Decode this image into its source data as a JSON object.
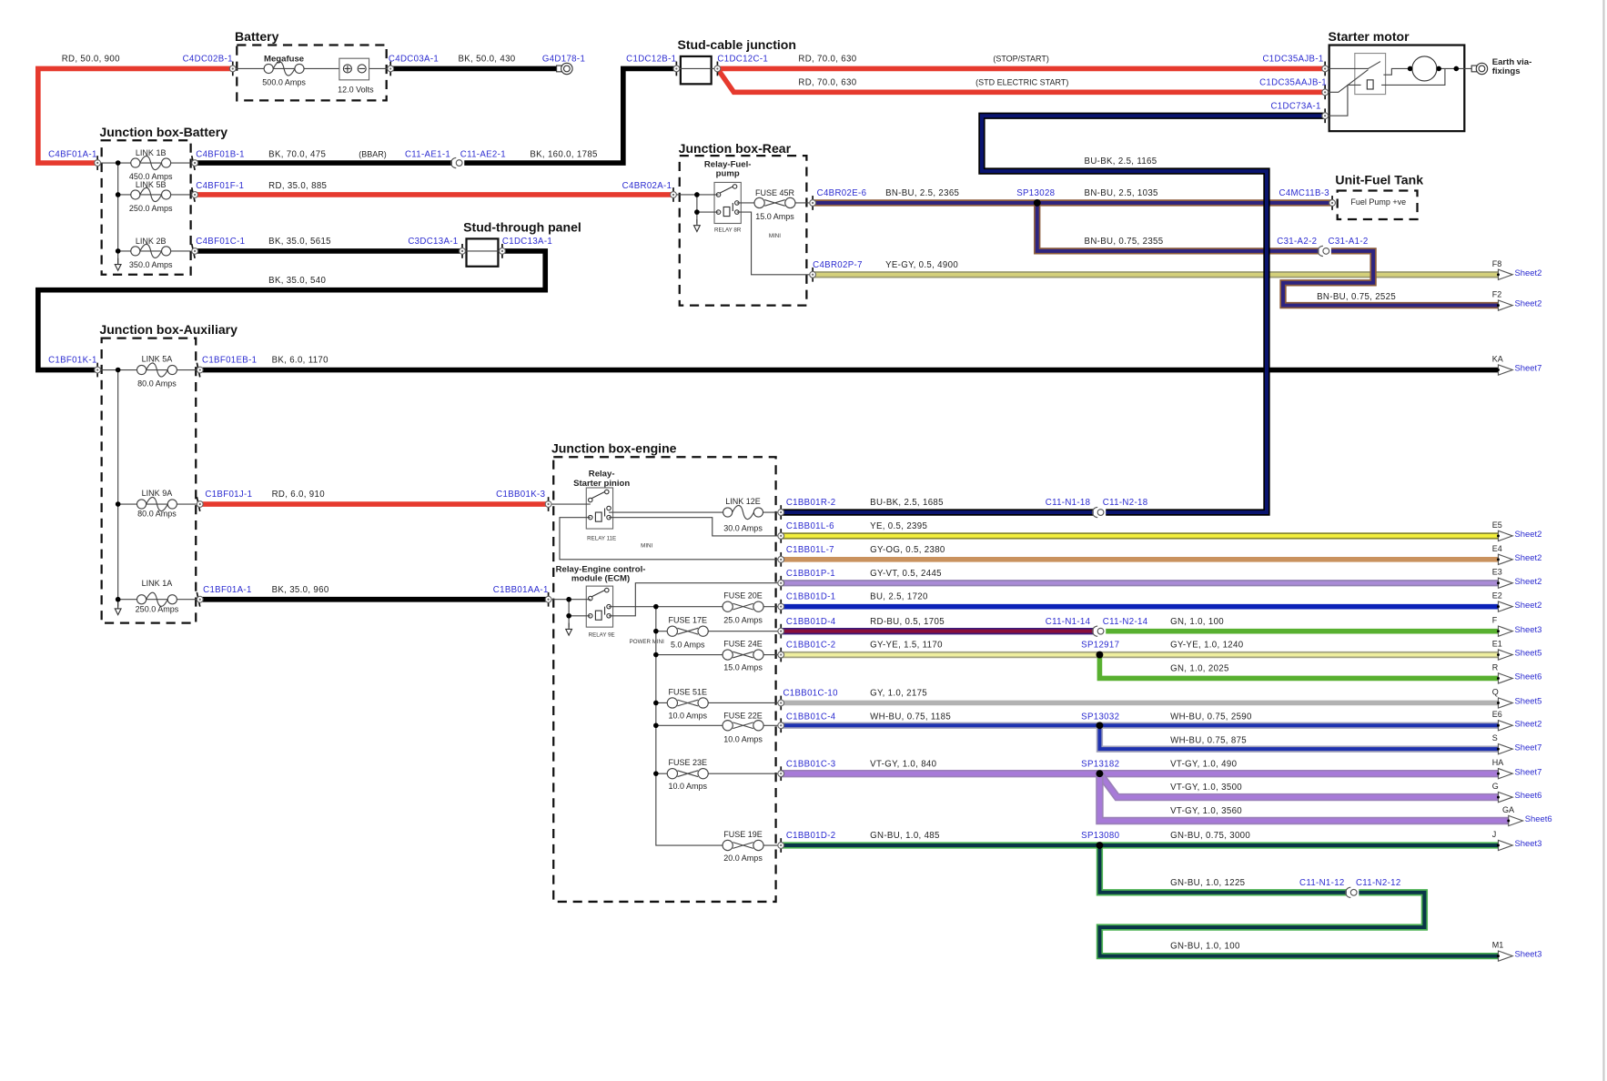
{
  "components": {
    "battery": {
      "title": "Battery",
      "megafuse": "Megafuse",
      "megafuse_rating": "500.0 Amps",
      "voltage": "12.0 Volts"
    },
    "jb_battery": {
      "title": "Junction box-Battery",
      "links": [
        {
          "name": "LINK 1B",
          "rating": "450.0 Amps"
        },
        {
          "name": "LINK 5B",
          "rating": "250.0 Amps"
        },
        {
          "name": "LINK 2B",
          "rating": "350.0 Amps"
        }
      ]
    },
    "stud_cable": {
      "title": "Stud-cable junction"
    },
    "starter": {
      "title": "Starter motor",
      "earth_1": "Earth via-",
      "earth_2": "fixings"
    },
    "jb_rear": {
      "title": "Junction box-Rear",
      "relay_1": "Relay-Fuel-",
      "relay_2": "pump",
      "relay_id": "RELAY 8R",
      "fuse": "FUSE 45R",
      "fuse_rating": "15.0 Amps",
      "mini": "MINI"
    },
    "fuel_tank": {
      "title": "Unit-Fuel Tank",
      "pin": "Fuel Pump +ve"
    },
    "stud_through": {
      "title": "Stud-through panel"
    },
    "jb_aux": {
      "title": "Junction box-Auxiliary",
      "links": [
        {
          "name": "LINK 5A",
          "rating": "80.0 Amps"
        },
        {
          "name": "LINK 9A",
          "rating": "80.0 Amps"
        },
        {
          "name": "LINK 1A",
          "rating": "250.0 Amps"
        }
      ]
    },
    "jb_engine": {
      "title": "Junction box-engine",
      "relay_starter_1": "Relay-",
      "relay_starter_2": "Starter pinion",
      "relay_starter_id": "RELAY 11E",
      "mini": "MINI",
      "relay_ecm_1": "Relay-Engine control-",
      "relay_ecm_2": "module (ECM)",
      "relay_ecm_id": "RELAY 9E",
      "power_mini": "POWER MINI",
      "fuses": [
        {
          "name": "LINK 12E",
          "rating": "30.0 Amps"
        },
        {
          "name": "FUSE 20E",
          "rating": "25.0 Amps"
        },
        {
          "name": "FUSE 17E",
          "rating": "5.0 Amps"
        },
        {
          "name": "FUSE 24E",
          "rating": "15.0 Amps"
        },
        {
          "name": "FUSE 51E",
          "rating": "10.0 Amps"
        },
        {
          "name": "FUSE 22E",
          "rating": "10.0 Amps"
        },
        {
          "name": "FUSE 23E",
          "rating": "10.0 Amps"
        },
        {
          "name": "FUSE 19E",
          "rating": "20.0 Amps"
        }
      ]
    }
  },
  "connectors": [
    "C4DC02B-1",
    "C4DC03A-1",
    "G4D178-1",
    "C4BF01A-1",
    "C4BF01B-1",
    "C11-AE1-1",
    "C11-AE2-1",
    "C4BF01F-1",
    "C4BF01C-1",
    "C3DC13A-1",
    "C1DC13A-1",
    "C1DC12B-1",
    "C1DC12C-1",
    "C1DC35AJB-1",
    "C1DC35AAJB-1",
    "C1DC73A-1",
    "C4BR02A-1",
    "C4BR02E-6",
    "SP13028",
    "C4MC11B-3",
    "C31-A2-2",
    "C31-A1-2",
    "C4BR02P-7",
    "C1BF01K-1",
    "C1BF01EB-1",
    "C1BF01J-1",
    "C1BB01K-3",
    "C1BF01A-1",
    "C1BB01AA-1",
    "C1BB01R-2",
    "C11-N1-18",
    "C11-N2-18",
    "C1BB01L-6",
    "C1BB01L-7",
    "C1BB01P-1",
    "C1BB01D-1",
    "C1BB01D-4",
    "C11-N1-14",
    "C11-N2-14",
    "C1BB01C-2",
    "SP12917",
    "C1BB01C-10",
    "C1BB01C-4",
    "SP13032",
    "C1BB01C-3",
    "SP13182",
    "C1BB01D-2",
    "SP13080",
    "C11-N1-12",
    "C11-N2-12"
  ],
  "wire_labels": [
    "RD, 50.0, 900",
    "BK, 50.0, 430",
    "BK, 70.0, 475",
    "(BBAR)",
    "BK, 160.0, 1785",
    "RD, 35.0, 885",
    "BK, 35.0, 5615",
    "BK, 35.0, 540",
    "RD, 70.0, 630",
    "(STOP/START)",
    "RD, 70.0, 630",
    "(STD ELECTRIC START)",
    "BU-BK, 2.5, 1165",
    "BN-BU, 2.5, 2365",
    "BN-BU, 2.5, 1035",
    "BN-BU, 0.75, 2355",
    "YE-GY, 0.5, 4900",
    "BN-BU, 0.75, 2525",
    "BK, 6.0, 1170",
    "RD, 6.0, 910",
    "BK, 35.0, 960",
    "BU-BK, 2.5, 1685",
    "YE, 0.5, 2395",
    "GY-OG, 0.5, 2380",
    "GY-VT, 0.5, 2445",
    "BU, 2.5, 1720",
    "RD-BU, 0.5, 1705",
    "GN, 1.0, 100",
    "GY-YE, 1.5, 1170",
    "GY-YE, 1.0, 1240",
    "GN, 1.0, 2025",
    "GY, 1.0, 2175",
    "WH-BU, 0.75, 1185",
    "WH-BU, 0.75, 2590",
    "WH-BU, 0.75, 875",
    "VT-GY, 1.0, 840",
    "VT-GY, 1.0, 490",
    "VT-GY, 1.0, 3500",
    "VT-GY, 1.0, 3560",
    "GN-BU, 1.0, 485",
    "GN-BU, 0.75, 3000",
    "GN-BU, 1.0, 1225",
    "GN-BU, 1.0, 100"
  ],
  "sheet_refs": [
    {
      "pin": "F8",
      "sheet": "Sheet2"
    },
    {
      "pin": "F2",
      "sheet": "Sheet2"
    },
    {
      "pin": "KA",
      "sheet": "Sheet7"
    },
    {
      "pin": "E5",
      "sheet": "Sheet2"
    },
    {
      "pin": "E4",
      "sheet": "Sheet2"
    },
    {
      "pin": "E3",
      "sheet": "Sheet2"
    },
    {
      "pin": "E2",
      "sheet": "Sheet2"
    },
    {
      "pin": "F",
      "sheet": "Sheet3"
    },
    {
      "pin": "E1",
      "sheet": "Sheet5"
    },
    {
      "pin": "R",
      "sheet": "Sheet6"
    },
    {
      "pin": "Q",
      "sheet": "Sheet5"
    },
    {
      "pin": "E6",
      "sheet": "Sheet2"
    },
    {
      "pin": "S",
      "sheet": "Sheet7"
    },
    {
      "pin": "HA",
      "sheet": "Sheet7"
    },
    {
      "pin": "G",
      "sheet": "Sheet6"
    },
    {
      "pin": "GA",
      "sheet": "Sheet6"
    },
    {
      "pin": "J",
      "sheet": "Sheet3"
    },
    {
      "pin": "M1",
      "sheet": "Sheet3"
    }
  ],
  "wire_colors": {
    "RD": {
      "main": "#e63a2e"
    },
    "BK": {
      "main": "#000000"
    },
    "BU-BK": {
      "main": "#0a1470",
      "edge": "#000000"
    },
    "BN-BU": {
      "main": "#2e2480",
      "edge": "#8a5a3a"
    },
    "YE-GY": {
      "main": "#d4d07a",
      "edge": "#9a9a70"
    },
    "YE": {
      "main": "#f3ef3c",
      "edge": "#8a8a30"
    },
    "GY-OG": {
      "main": "#c9925e"
    },
    "GY-VT": {
      "main": "#a98bd6",
      "edge": "#9080b0"
    },
    "BU": {
      "main": "#0b22b8"
    },
    "RD-BU": {
      "main": "#8a0e3a",
      "edge": "#3a1a7a"
    },
    "GN": {
      "main": "#58b030"
    },
    "GY-YE": {
      "main": "#eeee9e",
      "edge": "#a0a080"
    },
    "GY": {
      "main": "#b2b2b2"
    },
    "WH-BU": {
      "main": "#1e32b0",
      "edge": "#a0a0b8"
    },
    "VT-GY": {
      "main": "#a77ad8",
      "edge": "#9a80b8"
    },
    "GN-BU": {
      "main": "#0a3548",
      "edge": "#4ab050"
    }
  }
}
